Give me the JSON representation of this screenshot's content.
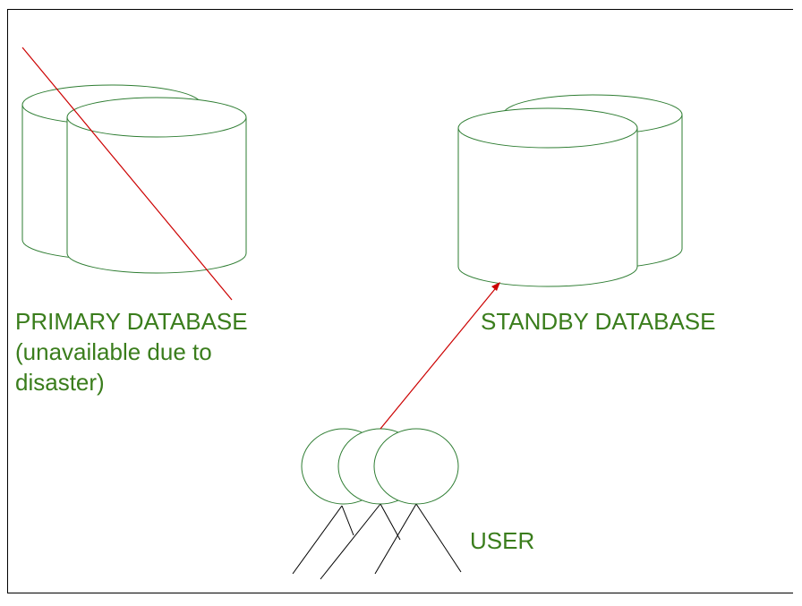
{
  "colors": {
    "database_stroke": "#2e7d32",
    "label_text": "#3a7d1c",
    "failover_line": "#cc0000",
    "user_legs": "#000000"
  },
  "primary": {
    "label_line1": "PRIMARY DATABASE",
    "label_line2": "(unavailable due to",
    "label_line3": "disaster)",
    "status": "unavailable"
  },
  "standby": {
    "label": "STANDBY DATABASE"
  },
  "user": {
    "label": "USER"
  }
}
